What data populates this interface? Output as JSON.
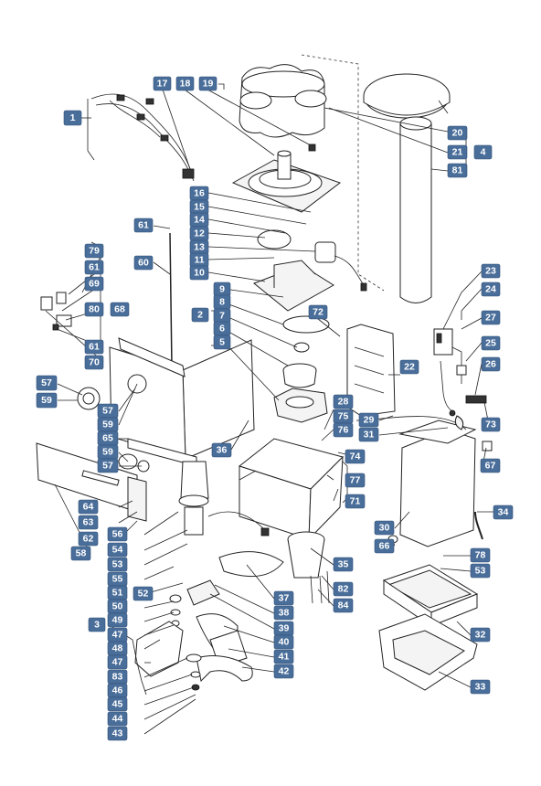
{
  "labels": {
    "l1": "1",
    "l2": "2",
    "l3": "3",
    "l4": "4",
    "l5": "5",
    "l6": "6",
    "l7": "7",
    "l8": "8",
    "l9": "9",
    "l10": "10",
    "l11": "11",
    "l12": "12",
    "l13": "13",
    "l14": "14",
    "l15": "15",
    "l16": "16",
    "l17": "17",
    "l18": "18",
    "l19": "19",
    "l20": "20",
    "l21": "21",
    "l22": "22",
    "l23": "23",
    "l24": "24",
    "l25": "25",
    "l26": "26",
    "l27": "27",
    "l28": "28",
    "l29": "29",
    "l30": "30",
    "l31": "31",
    "l32": "32",
    "l33": "33",
    "l34": "34",
    "l35": "35",
    "l36": "36",
    "l37": "37",
    "l38": "38",
    "l39": "39",
    "l40": "40",
    "l41": "41",
    "l42": "42",
    "l43": "43",
    "l44": "44",
    "l45": "45",
    "l46": "46",
    "l47a": "47",
    "l47b": "47",
    "l48": "48",
    "l49": "49",
    "l50": "50",
    "l51": "51",
    "l52": "52",
    "l53a": "53",
    "l53b": "53",
    "l54": "54",
    "l55": "55",
    "l56": "56",
    "l57a": "57",
    "l57b": "57",
    "l57c": "57",
    "l58": "58",
    "l59a": "59",
    "l59b": "59",
    "l59c": "59",
    "l60": "60",
    "l61a": "61",
    "l61b": "61",
    "l61c": "61",
    "l62": "62",
    "l63": "63",
    "l64": "64",
    "l65": "65",
    "l66": "66",
    "l67": "67",
    "l68": "68",
    "l69": "69",
    "l70": "70",
    "l71": "71",
    "l72": "72",
    "l73": "73",
    "l74": "74",
    "l75": "75",
    "l76": "76",
    "l77": "77",
    "l78": "78",
    "l79": "79",
    "l80": "80",
    "l81": "81",
    "l82": "82",
    "l83": "83",
    "l84": "84"
  },
  "colors": {
    "label_fill": "#4a6e9a",
    "label_text": "#ffffff",
    "line": "#222222"
  }
}
